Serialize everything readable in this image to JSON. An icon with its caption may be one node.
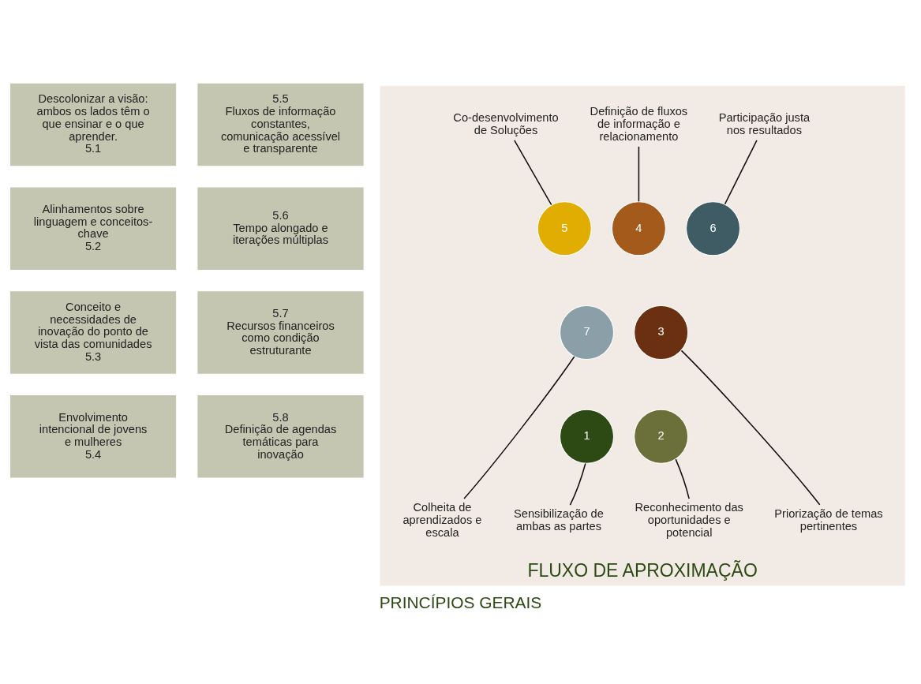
{
  "diagram": {
    "caption": "PRINCÍPIOS GERAIS",
    "nodes": [
      {
        "text": [
          "Descolonizar a visão: ambos os lados têm o que ensinar e o que aprender.",
          "5.1"
        ]
      },
      {
        "text": [
          "Alinhamentos sobre linguagem e conceitos-chave",
          "5.2"
        ]
      },
      {
        "text": [
          "Conceito e necessidades de inovação do ponto de vista das comunidades",
          "5.3"
        ]
      },
      {
        "text": [
          "Envolvimento intencional de jovens e mulheres",
          "5.4"
        ]
      },
      {
        "text": [
          "5.5",
          "Fluxos de informação constantes, comunicação acessível e transparente"
        ]
      },
      {
        "text": [
          "5.6",
          "Tempo alongado e iterações múltiplas"
        ]
      },
      {
        "text": [
          "5.7",
          "Recursos financeiros como condição estruturante"
        ]
      },
      {
        "text": [
          "5.8",
          "Definição de agendas temáticas para inovação"
        ]
      },
      {
        "text": [
          "FLUXO DE APROXIMAÇÃO"
        ]
      },
      {
        "text": [
          "1"
        ],
        "in": 8
      },
      {
        "text": [
          "2"
        ],
        "in": 8
      },
      {
        "text": [
          "3"
        ],
        "in": 8
      },
      {
        "text": [
          "4"
        ],
        "in": 8
      },
      {
        "text": [
          "5"
        ],
        "in": 8
      },
      {
        "text": [
          "6"
        ],
        "in": 8
      },
      {
        "text": [
          "7"
        ],
        "in": 8
      },
      {
        "text": [
          "Sensibilização de ambas as partes"
        ],
        "in": 8
      },
      {
        "text": [
          "Reconhecimento das oportunidades e potencial"
        ],
        "in": 8
      },
      {
        "text": [
          "Priorização de temas pertinentes"
        ],
        "in": 8
      },
      {
        "text": [
          "Definição de fluxos de informação e relacionamento"
        ],
        "in": 8
      },
      {
        "text": [
          "Co-desenvolvimento de Soluções"
        ],
        "in": 8
      },
      {
        "text": [
          "Participação justa nos resultados"
        ],
        "in": 8
      },
      {
        "text": [
          "Colheita de aprendizados e escala"
        ],
        "in": 8
      }
    ],
    "edges": [
      {
        "from": 16,
        "to": 9,
        "arrow": "none"
      },
      {
        "from": 17,
        "to": 10,
        "arrow": "none"
      },
      {
        "from": 18,
        "to": 11,
        "arrow": "none"
      },
      {
        "from": 19,
        "to": 12,
        "arrow": "none"
      },
      {
        "from": 20,
        "to": 13,
        "arrow": "none"
      },
      {
        "from": 21,
        "to": 14,
        "arrow": "none"
      },
      {
        "from": 22,
        "to": 15,
        "arrow": "none"
      }
    ]
  }
}
